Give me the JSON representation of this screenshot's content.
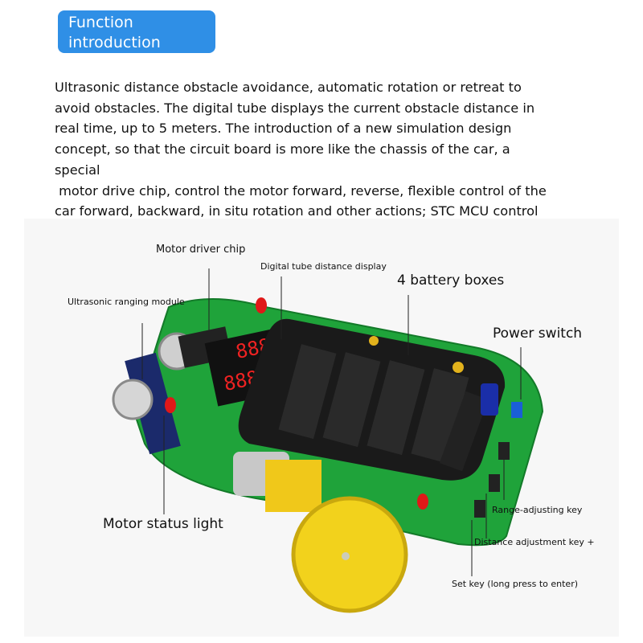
{
  "header": {
    "line1": "Function",
    "line2": "introduction",
    "color": "#2f8fe6"
  },
  "description": "Ultrasonic distance obstacle avoidance, automatic rotation or retreat to\navoid obstacles. The digital tube displays the current obstacle distance in\nreal time, up to 5 meters. The introduction of a new simulation design\nconcept, so that the circuit board is more like the chassis of the car, a special\n motor drive chip, control the motor forward, reverse, flexible control of the\ncar forward, backward, in situ rotation and other actions; STC MCU control\nsystem is more convenient to use.",
  "labels": {
    "motor_driver_chip": "Motor driver chip",
    "digital_tube": "Digital tube distance display",
    "ultrasonic": "Ultrasonic ranging module",
    "battery": "4 battery boxes",
    "power_switch": "Power switch",
    "motor_status": "Motor status light",
    "range_key": "Range-adjusting key",
    "distance_key": "Distance adjustment key +",
    "set_key": "Set key (long press to enter)"
  },
  "display_digits": {
    "top": "888",
    "bottom": "888"
  },
  "colors": {
    "pcb": "#1fa33a",
    "battery_box": "#1a1a1a",
    "wheel": "#f2d21c",
    "led": "#e01818",
    "switch": "#1a5fd6"
  }
}
